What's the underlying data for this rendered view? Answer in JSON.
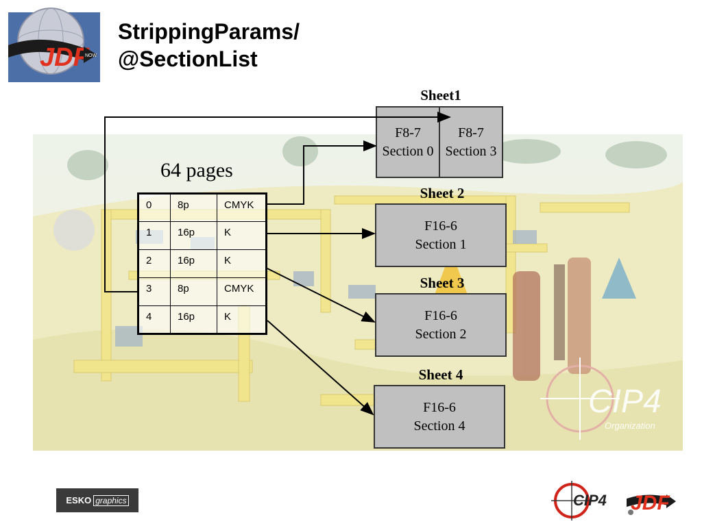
{
  "title": {
    "line1": "StrippingParams/",
    "line2": "@SectionList"
  },
  "pages_label": "64 pages",
  "table": {
    "rows": [
      [
        "0",
        "8p",
        "CMYK"
      ],
      [
        "1",
        "16p",
        "K"
      ],
      [
        "2",
        "16p",
        "K"
      ],
      [
        "3",
        "8p",
        "CMYK"
      ],
      [
        "4",
        "16p",
        "K"
      ]
    ]
  },
  "sheets": [
    {
      "title": "Sheet1",
      "cells": [
        {
          "line1": "F8-7",
          "line2": "Section 0"
        },
        {
          "line1": "F8-7",
          "line2": "Section 3"
        }
      ]
    },
    {
      "title": "Sheet 2",
      "cells": [
        {
          "line1": "F16-6",
          "line2": "Section 1"
        }
      ]
    },
    {
      "title": "Sheet 3",
      "cells": [
        {
          "line1": "F16-6",
          "line2": "Section 2"
        }
      ]
    },
    {
      "title": "Sheet 4",
      "cells": [
        {
          "line1": "F16-6",
          "line2": "Section 4"
        }
      ]
    }
  ],
  "logos": {
    "top_left": "JDF",
    "top_left_badge": "NOW",
    "watermark": "CIP4",
    "watermark_sub": "Organization",
    "bottom_esko": "ESKO",
    "bottom_esko_sub": "graphics",
    "bottom_cip4": "CIP4",
    "bottom_jdf": "JDF"
  },
  "colors": {
    "box_fill": "#c0c0c0",
    "jdf_red": "#e0301e",
    "cip4_red": "#d0241a"
  }
}
